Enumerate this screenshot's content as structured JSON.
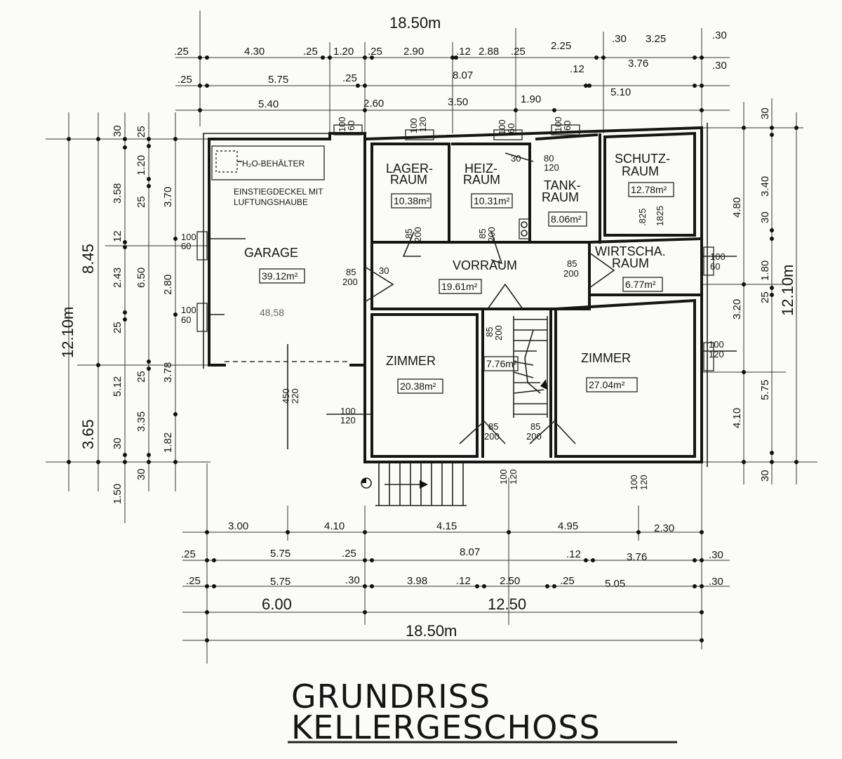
{
  "title": {
    "line1": "GRUNDRISS",
    "line2": "KELLERGESCHOSS"
  },
  "rooms": {
    "h2o": "H₂O-BEHÄLTER",
    "einstieg1": "EINSTIEGDECKEL MIT",
    "einstieg2": "LUFTUNGSHAUBE",
    "garage": "GARAGE",
    "garage_area": "39.12m²",
    "garage_note": "48,58",
    "lager1": "LAGER-",
    "lager2": "RAUM",
    "lager_area": "10.38m²",
    "heiz1": "HEIZ-",
    "heiz2": "RAUM",
    "heiz_area": "10.31m²",
    "tank1": "TANK-",
    "tank2": "RAUM",
    "tank_area": "8.06m²",
    "schutz1": "SCHUTZ-",
    "schutz2": "RAUM",
    "schutz_area": "12.78m²",
    "wirt1": "WIRTSCHA.",
    "wirt2": "RAUM",
    "wirt_area": "6.77m²",
    "vorraum": "VORRAUM",
    "vorraum_area": "19.61m²",
    "zimmer1": "ZIMMER",
    "zimmer1_area": "20.38m²",
    "stair_area": "7.76m²",
    "zimmer2": "ZIMMER",
    "zimmer2_area": "27.04m²"
  },
  "dims": {
    "top_total": "18.50m",
    "t1": [
      ".25",
      "4.30",
      ".25",
      "1.20",
      ".25",
      "2.90",
      ".12",
      "2.88",
      ".25",
      "2.25",
      ".30",
      "3.25",
      ".30"
    ],
    "t2": [
      ".25",
      "5.75",
      ".25",
      "8.07",
      ".12",
      "3.76",
      ".30"
    ],
    "t3": [
      "5.40",
      "2.60",
      "3.50",
      "1.90",
      "5.10"
    ],
    "b1": [
      "3.00",
      "4.10",
      "4.15",
      "4.95",
      "2.30"
    ],
    "b2": [
      ".25",
      "5.75",
      ".25",
      "8.07",
      ".12",
      "3.76",
      ".30"
    ],
    "b3": [
      ".25",
      "5.75",
      ".30",
      "3.98",
      ".12",
      "2.50",
      ".25",
      "5.05",
      ".30"
    ],
    "b4": [
      "6.00",
      "12.50"
    ],
    "bottom_total": "18.50m",
    "left_total": "12.10m",
    "l_a": [
      "8.45",
      "3.65"
    ],
    "l_b": [
      "30",
      "3.58",
      "12",
      "2.43",
      "25",
      "5.12",
      "30",
      "1.50"
    ],
    "l_c": [
      "25",
      "1.20",
      "25",
      "6.50",
      "25",
      "3.35",
      "30"
    ],
    "l_d": [
      "3.70",
      "2.80",
      "3.78",
      "1.82"
    ],
    "right_total": "12.10m",
    "r_a": [
      "4.80",
      "3.20",
      "4.10"
    ],
    "r_b": [
      "30",
      "3.40",
      "30",
      "1.80",
      "25",
      "5.75",
      "30"
    ]
  },
  "openings": {
    "w100_60": [
      "100",
      "60"
    ],
    "w100_120": [
      "100",
      "120"
    ],
    "d85_200": [
      "85",
      "200"
    ],
    "d450_220": [
      "450",
      "220"
    ],
    "d80_120": [
      "80",
      "120"
    ],
    "t30": "30",
    "s82_5": ".825",
    "s182_5": "1825"
  }
}
